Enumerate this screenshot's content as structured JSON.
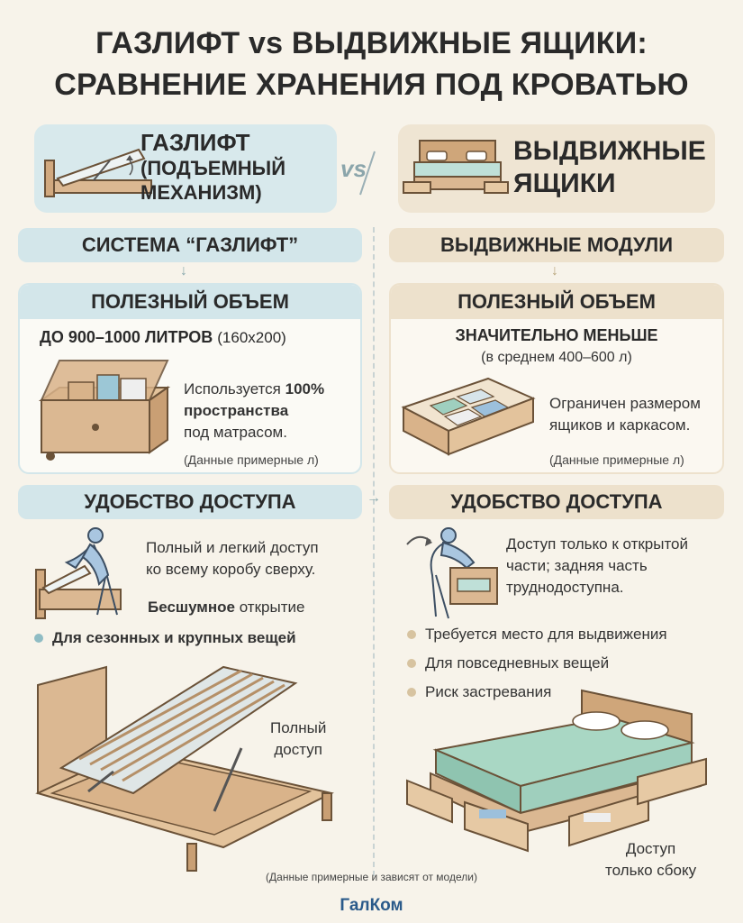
{
  "title": {
    "line1": "ГАЗЛИФТ vs ВЫДВИЖНЫЕ ЯЩИКИ:",
    "line2": "СРАВНЕНИЕ ХРАНЕНИЯ ПОД КРОВАТЬЮ"
  },
  "vs_label": "vs",
  "left": {
    "heading": [
      "ГАЗЛИФТ",
      "(ПОДЪЕМНЫЙ",
      "МЕХАНИЗМ)"
    ],
    "system_label": "СИСТЕМА “ГАЗЛИФТ”",
    "volume": {
      "header": "ПОЛЕЗНЫЙ ОБЪЕМ",
      "amount": "ДО 900–1000 ЛИТРОВ",
      "amount_note": "(160x200)",
      "text_pre": "Используется ",
      "text_bold1": "100%",
      "text_bold2": "пространства",
      "text_post": "под матрасом.",
      "note": "(Данные примерные л)"
    },
    "access": {
      "header": "УДОБСТВО ДОСТУПА",
      "text": [
        "Полный и легкий доступ",
        "ко всему коробу сверху."
      ],
      "quiet_bold": "Бесшумное",
      "quiet_rest": " открытие",
      "bullet": "Для сезонных и крупных вещей",
      "bed_caption": [
        "Полный",
        "доступ"
      ]
    }
  },
  "right": {
    "heading": [
      "ВЫДВИЖНЫЕ",
      "ЯЩИКИ"
    ],
    "system_label": "ВЫДВИЖНЫЕ МОДУЛИ",
    "volume": {
      "header": "ПОЛЕЗНЫЙ ОБЪЕМ",
      "amount": "ЗНАЧИТЕЛЬНО МЕНЬШЕ",
      "amount_note": "(в среднем 400–600 л)",
      "text": [
        "Ограничен размером",
        "ящиков и каркасом."
      ],
      "note": "(Данные примерные л)"
    },
    "access": {
      "header": "УДОБСТВО ДОСТУПА",
      "text": [
        "Доступ только к открытой",
        "части; задняя часть",
        "труднодоступна."
      ],
      "bullets": [
        "Требуется место для выдвижения",
        "Для повседневных вещей",
        "Риск застревания"
      ],
      "bed_caption": [
        "Доступ",
        "только сбоку"
      ]
    }
  },
  "footnote": "(Данные примерные и зависят от модели)",
  "brand": "ГалКом",
  "colors": {
    "left_accent": "#d3e6ea",
    "right_accent": "#ede1cc",
    "wood": "#d9b38a",
    "bullet_left": "#8fbcc4",
    "bullet_right": "#d7c3a0"
  }
}
